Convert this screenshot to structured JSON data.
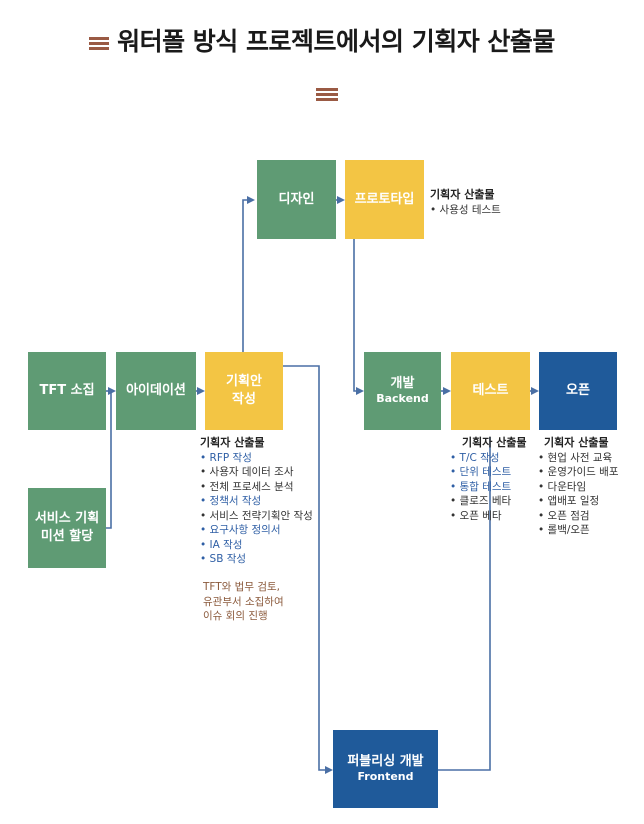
{
  "title": "워터폴 방식 프로젝트에서의 기획자 산출물",
  "icons": {
    "title_mark": "triple-bar-icon",
    "subtitle_mark": "triple-bar-icon"
  },
  "colors": {
    "green": "#5f9b74",
    "yellow": "#f3c544",
    "blue": "#1f5a9a",
    "line": "#4a6fa5",
    "accent": "#9a5a44"
  },
  "boxes": {
    "tft": "TFT 소집",
    "mission": [
      "서비스 기획",
      "미션 할당"
    ],
    "ideation": "아이데이션",
    "planning": [
      "기획안",
      "작성"
    ],
    "design": "디자인",
    "prototype": "프로토타입",
    "dev": [
      "개발",
      "Backend"
    ],
    "test": "테스트",
    "open": "오픈",
    "publishing": [
      "퍼블리싱 개발",
      "Frontend"
    ]
  },
  "notes": {
    "prototype": {
      "head": "기획자 산출물",
      "items": [
        "• 사용성 테스트"
      ]
    },
    "planning": {
      "head": "기획자 산출물",
      "items": [
        {
          "text": "• RFP 작성",
          "style": "blue-t"
        },
        {
          "text": "• 사용자 데이터 조사",
          "style": "dark"
        },
        {
          "text": "• 전체 프로세스 분석",
          "style": "dark"
        },
        {
          "text": "• 정책서 작성",
          "style": "blue-t"
        },
        {
          "text": "• 서비스 전략기획안 작성",
          "style": "dark"
        },
        {
          "text": "• 요구사항 정의서",
          "style": "blue-t"
        },
        {
          "text": "• IA 작성",
          "style": "blue-t"
        },
        {
          "text": "• SB 작성",
          "style": "blue-t"
        }
      ],
      "extra": [
        "TFT와 법무 검토,",
        "유관부서 소집하여",
        "이슈 회의 진행"
      ]
    },
    "test": {
      "head": "기획자 산출물",
      "items": [
        {
          "text": "• T/C 작성",
          "style": "blue-t"
        },
        {
          "text": "• 단위 테스트",
          "style": "blue-t"
        },
        {
          "text": "• 통합 테스트",
          "style": "blue-t"
        },
        {
          "text": "• 클로즈 베타",
          "style": "dark"
        },
        {
          "text": "• 오픈 베타",
          "style": "dark"
        }
      ]
    },
    "open": {
      "head": "기획자 산출물",
      "items": [
        "• 현업 사전 교육",
        "• 운영가이드 배포",
        "• 다운타임",
        "• 앱배포 일정",
        "• 오픈 점검",
        "• 롤백/오픈"
      ]
    }
  }
}
